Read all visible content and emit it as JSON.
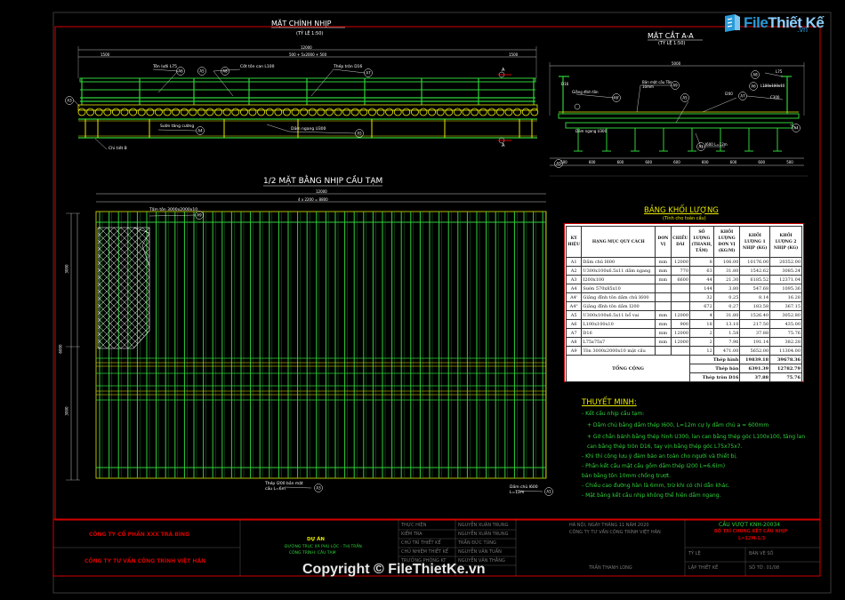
{
  "logo": {
    "brand": "File",
    "brand2": "Thiết Kế",
    "domain": ".vn"
  },
  "watermark": "Copyright © FileThietKe.vn",
  "titles": {
    "elevation": "MẶT CHÍNH NHỊP",
    "elevation_scale": "(TỶ LỆ 1:50)",
    "section": "MẶT CẮT A-A",
    "section_scale": "(TỶ LỆ 1:50)",
    "plan": "1/2 MẶT BẰNG NHỊP CẦU TẠM"
  },
  "elevation_labels": {
    "dim_total": "12000",
    "dim_sub": "500 + 5x2000 + 500",
    "dim_left": "1500",
    "dim_right": "1500",
    "a2": "Tôn lưới L75",
    "a5": "Cốt tôn can L100",
    "a7": "Thép tròn D16",
    "a4": "Sườn tăng cường",
    "a5b": "Dầm ngang U300",
    "a1": "Chi tiết B",
    "sec": "A"
  },
  "section_labels": {
    "dim_top": "5000",
    "d16": "D16",
    "a6": "Giằng đĩnh tôn",
    "a3": "Bản mặt cầu Tôn 10mm",
    "l75": "L75",
    "l100": "L100x100x10",
    "i200": "I200",
    "c300": "C300",
    "a5": "Dầm ngang U300",
    "beam": "I600 L=12m",
    "dims": [
      "500",
      "600",
      "600",
      "600",
      "600",
      "600",
      "600",
      "600",
      "500"
    ]
  },
  "plan_labels": {
    "dim_top": "12000",
    "dim_sub": "4 x 2200 = 8800",
    "plate": "Tấm tôn 3000x2000x10",
    "left_dims": [
      "3000",
      "3000",
      "6000"
    ],
    "bottom_a3": "Thép I200 bản mặt cầu L=6m",
    "bottom_a1": "Dầm chủ I600 L=12m"
  },
  "bang": {
    "title": "BẢNG KHỐI LƯỢNG",
    "subtitle": "(Tính cho toàn cầu)",
    "headers": [
      "KÝ HIỆU",
      "HẠNG MỤC QUY CÁCH",
      "ĐƠN VỊ",
      "CHIỀU DÀI",
      "SỐ LƯỢNG (THANH, TẤM)",
      "KHỐI LƯỢNG ĐƠN VỊ (KG/M)",
      "KHỐI LƯỢNG 1 NHỊP (KG)",
      "KHỐI LƯỢNG 2 NHỊP (KG)"
    ],
    "rows": [
      [
        "A1",
        "Dầm chủ I600",
        "mm",
        "12000",
        "8",
        "106.00",
        "10176.00",
        "20352.00"
      ],
      [
        "A2",
        "U300x100x6.5x11 dầm ngang",
        "mm",
        "770",
        "63",
        "31.80",
        "1542.62",
        "3085.24"
      ],
      [
        "A3",
        "I200x100",
        "mm",
        "6600",
        "44",
        "21.30",
        "6185.52",
        "12371.04"
      ],
      [
        "A4",
        "Sườn 570x85x10",
        "",
        "",
        "144",
        "3.80",
        "547.68",
        "1095.36"
      ],
      [
        "A4'",
        "Giằng đĩnh tôn dầm chủ I600",
        "",
        "",
        "32",
        "0.25",
        "8.14",
        "16.28"
      ],
      [
        "A4\"",
        "Giằng đĩnh tôn dầm I200",
        "",
        "",
        "672",
        "0.27",
        "183.58",
        "367.15"
      ],
      [
        "A5",
        "U300x100x6.5x11 bổ vai",
        "mm",
        "12000",
        "4",
        "31.80",
        "1526.40",
        "3052.80"
      ],
      [
        "A6",
        "L100x100x10",
        "mm",
        "900",
        "18",
        "13.10",
        "217.50",
        "435.00"
      ],
      [
        "A7",
        "D16",
        "mm",
        "12000",
        "2",
        "1.58",
        "37.88",
        "75.76"
      ],
      [
        "A8",
        "L75x75x7",
        "mm",
        "12000",
        "2",
        "7.96",
        "191.14",
        "382.28"
      ],
      [
        "A9",
        "Tôn 3000x2000x10 mặt cầu",
        "",
        "",
        "12",
        "471.00",
        "5652.00",
        "11304.00"
      ]
    ],
    "total_label": "TỔNG CỘNG",
    "totals": [
      [
        "Thép hình",
        "19839.18",
        "39678.36"
      ],
      [
        "Thép bản",
        "6391.39",
        "12782.79"
      ],
      [
        "Thép tròn D16",
        "37.88",
        "75.76"
      ]
    ]
  },
  "notes": {
    "title": "THUYẾT MINH:",
    "lines": [
      "- Kết cấu nhịp cầu tạm:",
      "+ Dầm chủ bằng dầm thép I600, L=12m cự ly dầm chủ a = 600mm",
      "+ Gờ chắn bánh bằng thép hình U300, lan can bằng thép góc L100x100, tăng lan",
      "can bằng thép tròn D16, tay vịn bằng thép góc L75x75x7.",
      "- Khi thi công lưu ý đảm bảo an toàn cho người và thiết bị.",
      "- Phần kết cấu mặt cầu gồm dầm thép I200 L=6.6(m)",
      "bản bằng tôn 10mm chống trượt.",
      "- Chiều cao đường hàn là 6mm, trừ khi có chỉ dẫn khác.",
      "- Mặt bằng kết cấu nhịp không thể hiện dầm ngang."
    ]
  },
  "titleblock": {
    "company1": "CÔNG TY CỔ PHẦN XXX TRÀ BÌNG",
    "company2": "CÔNG TY TƯ VẤN CÔNG TRÌNH VIỆT HÂN",
    "project_h": "DỰ ÁN",
    "project_l1": "ĐƯỜNG TRỤC XÃ PHÚ LỘC - THỊ TRẤN",
    "project_l2": "CÔNG TRÌNH: CẦU TẠM",
    "roles": [
      "THỰC HIỆN",
      "KIỂM TRA",
      "CHỦ TRÌ THIẾT KẾ",
      "CHỦ NHIỆM THIẾT KẾ",
      "TRƯỞNG PHÒNG KT"
    ],
    "names": [
      "NGUYỄN XUÂN TRUNG",
      "NGUYỄN XUÂN TRUNG",
      "TRẦN ĐỨC TÙNG",
      "NGUYỄN VĂN TUẤN",
      "NGUYỄN VĂN THẮNG"
    ],
    "date": "HÀ NỘI, NGÀY   THÁNG 11 NĂM 2020",
    "cert": "CÔNG TY TƯ VẤN CÔNG TRÌNH VIỆT HÂN",
    "cert2": "TRẦN THANH LONG",
    "sheet_h": "CẦU VƯỢT KNH-20034",
    "sheet_t1": "BỐ TRÍ CHUNG KẾT CẤU NHỊP",
    "sheet_t2": "L=12M-1/3",
    "tv_label": "TỶ LỆ",
    "tv_val": "BẢN VẼ SỐ",
    "tv_val2": "SỐ TỜ: 01/08",
    "phase": "LẬP THIẾT KẾ"
  },
  "colors": {
    "bg": "#000000",
    "green": "#2fd13a",
    "yellow": "#e8e800",
    "red": "#d40000",
    "blue": "#3344ff",
    "white": "#ffffff"
  }
}
